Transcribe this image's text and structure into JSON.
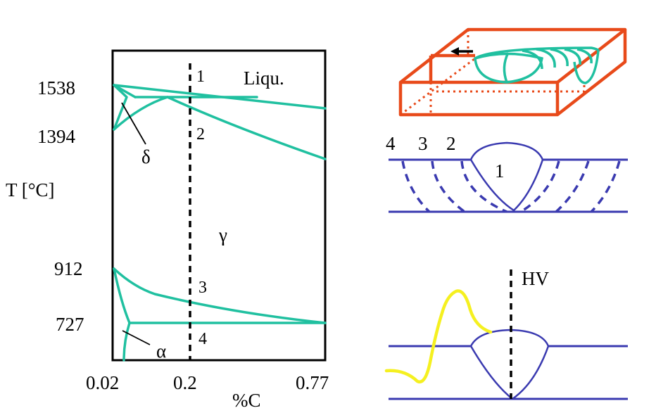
{
  "phase_diagram": {
    "y_axis_label": "T [°C]",
    "x_axis_label": "%C",
    "y_ticks": [
      "1538",
      "1394",
      "912",
      "727"
    ],
    "x_ticks": [
      "0.02",
      "0.2",
      "0.77"
    ],
    "region_labels": {
      "liquid": "Liqu.",
      "delta": "δ",
      "gamma": "γ",
      "alpha": "α"
    },
    "point_labels": [
      "1",
      "2",
      "3",
      "4"
    ]
  },
  "zone_diagram": {
    "zone_labels": [
      "4",
      "3",
      "2"
    ],
    "weld_label": "1"
  },
  "hardness_diagram": {
    "label": "HV"
  },
  "colors": {
    "phase_lines": "#20c0a0",
    "weld_outline": "#3a3ab0",
    "plate_outline": "#e84a1a",
    "hardness_curve": "#f5f020",
    "frame": "#000000"
  }
}
